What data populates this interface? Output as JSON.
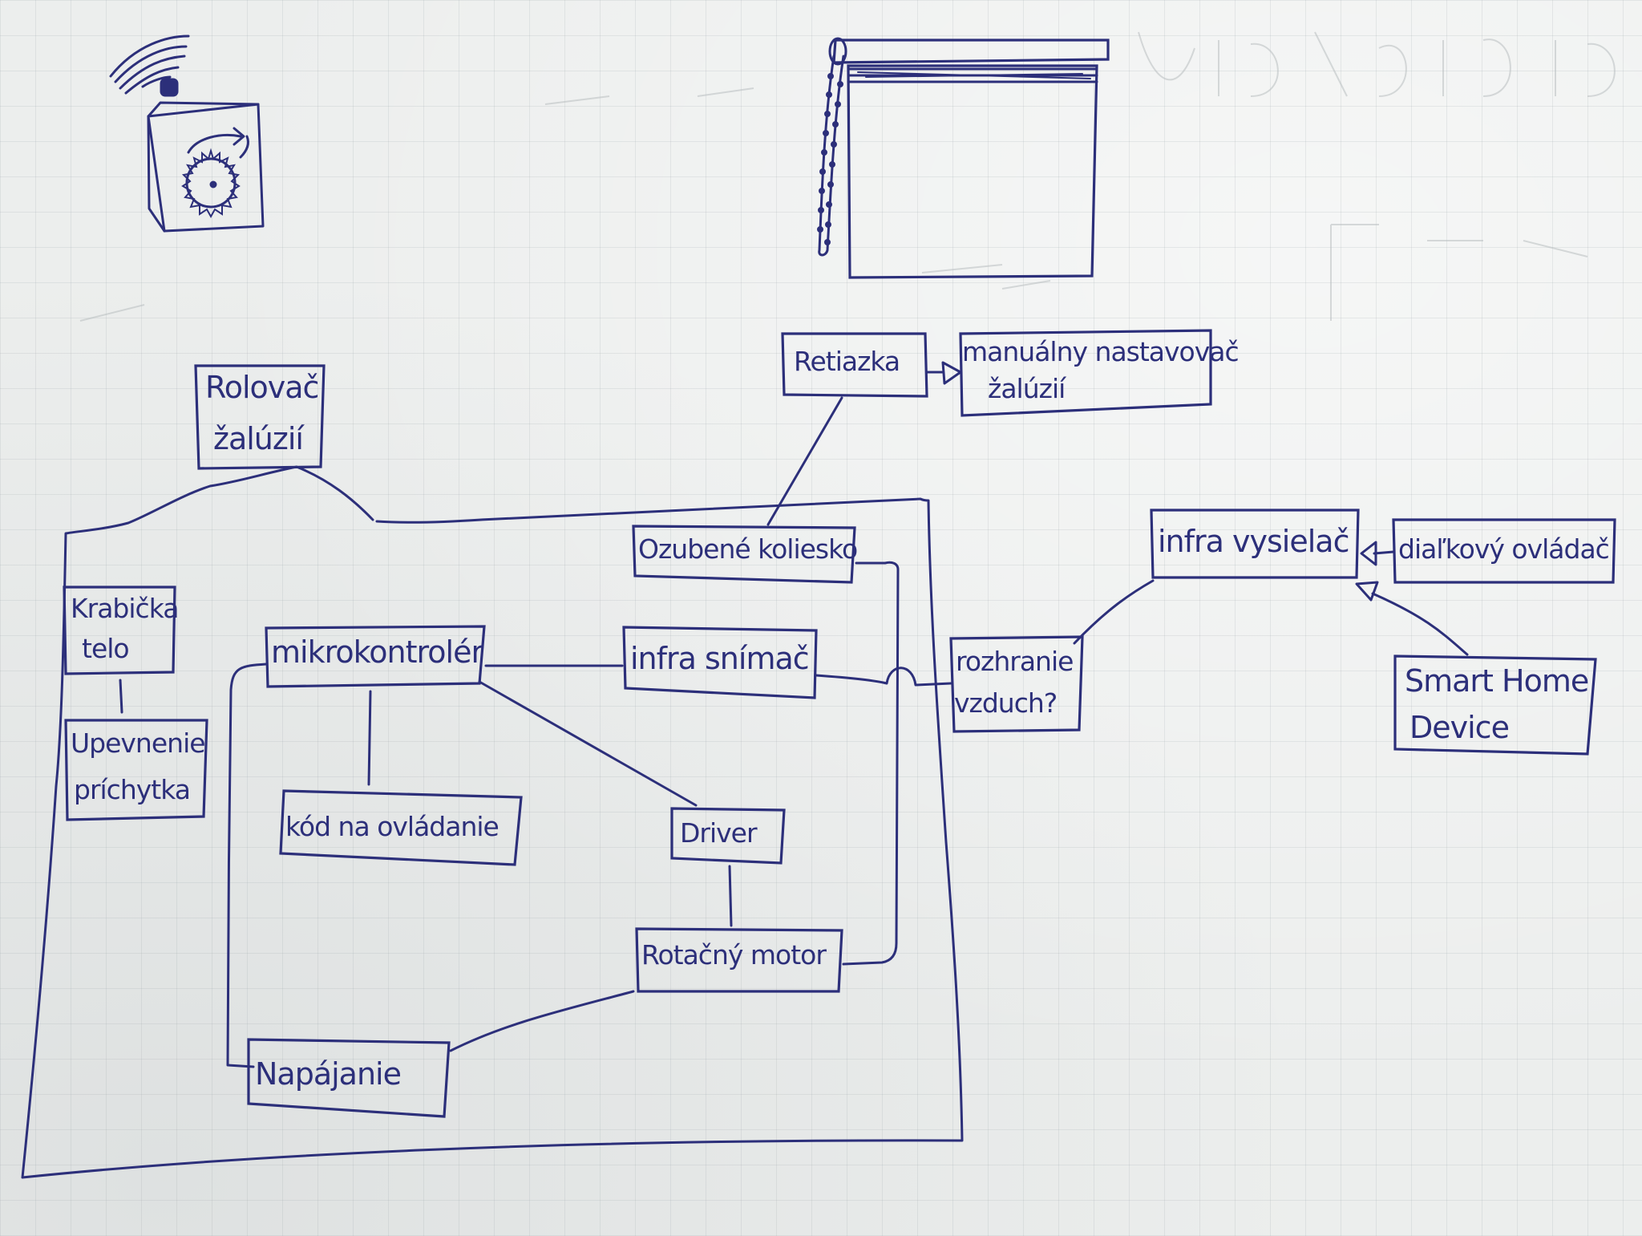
{
  "diagram": {
    "nodes": {
      "rolovac": {
        "line1": "Rolovač",
        "line2": "žalúzií"
      },
      "krabicka": {
        "line1": "Krabička",
        "line2": "telo"
      },
      "upevnenie": {
        "line1": "Upevnenie",
        "line2": "príchytka"
      },
      "mikrokontroler": {
        "label": "mikrokontrolér"
      },
      "kod": {
        "label": "kód na ovládanie"
      },
      "napajanie": {
        "label": "Napájanie"
      },
      "ozubene": {
        "label": "Ozubené koliesko"
      },
      "infra_snimac": {
        "label": "infra snímač"
      },
      "driver": {
        "label": "Driver"
      },
      "rotacny_motor": {
        "label": "Rotačný motor"
      },
      "retiazka": {
        "label": "Retiazka"
      },
      "manualny": {
        "line1": "manuálny nastavovač",
        "line2": "žalúzií"
      },
      "rozhranie": {
        "line1": "rozhranie",
        "line2": "vzduch?"
      },
      "infra_vysielac": {
        "label": "infra vysielač"
      },
      "dialkovy": {
        "label": "diaľkový ovládač"
      },
      "smart_home": {
        "line1": "Smart Home",
        "line2": "Device"
      }
    },
    "edges": [
      {
        "from": "rolovac",
        "to": "system-boundary",
        "style": "line"
      },
      {
        "from": "krabicka",
        "to": "upevnenie",
        "style": "line"
      },
      {
        "from": "mikrokontroler",
        "to": "kod",
        "style": "line"
      },
      {
        "from": "mikrokontroler",
        "to": "infra_snimac",
        "style": "line"
      },
      {
        "from": "mikrokontroler",
        "to": "driver",
        "style": "line"
      },
      {
        "from": "mikrokontroler",
        "to": "napajanie",
        "style": "line"
      },
      {
        "from": "driver",
        "to": "rotacny_motor",
        "style": "line"
      },
      {
        "from": "rotacny_motor",
        "to": "napajanie",
        "style": "line"
      },
      {
        "from": "rotacny_motor",
        "to": "ozubene",
        "style": "line"
      },
      {
        "from": "ozubene",
        "to": "retiazka",
        "style": "line"
      },
      {
        "from": "retiazka",
        "to": "manualny",
        "style": "generalization"
      },
      {
        "from": "infra_snimac",
        "to": "rozhranie",
        "style": "line-crossing"
      },
      {
        "from": "rozhranie",
        "to": "infra_vysielac",
        "style": "line"
      },
      {
        "from": "dialkovy",
        "to": "infra_vysielac",
        "style": "generalization"
      },
      {
        "from": "smart_home",
        "to": "infra_vysielac",
        "style": "generalization"
      }
    ]
  },
  "sketches": [
    {
      "name": "motor-box-sketch",
      "depicts": "wireless device box with rotating gear"
    },
    {
      "name": "roller-blind-sketch",
      "depicts": "roller blind with bead chain"
    }
  ],
  "colors": {
    "ink": "#2c2f7a",
    "paper": "#eceeed",
    "grid": "#969fa5"
  }
}
